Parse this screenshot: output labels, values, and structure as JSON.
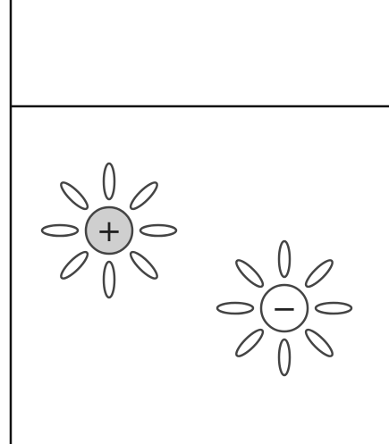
{
  "diagram": {
    "colors": {
      "frame": "#111111",
      "outline": "#444444",
      "positive_fill": "#cfcfcf",
      "negative_fill": "#ffffff",
      "background": "#ffffff"
    },
    "charges": [
      {
        "id": "positive-charge",
        "sign": "+",
        "fill_key": "positive_fill"
      },
      {
        "id": "negative-charge",
        "sign": "−",
        "fill_key": "negative_fill"
      }
    ]
  }
}
